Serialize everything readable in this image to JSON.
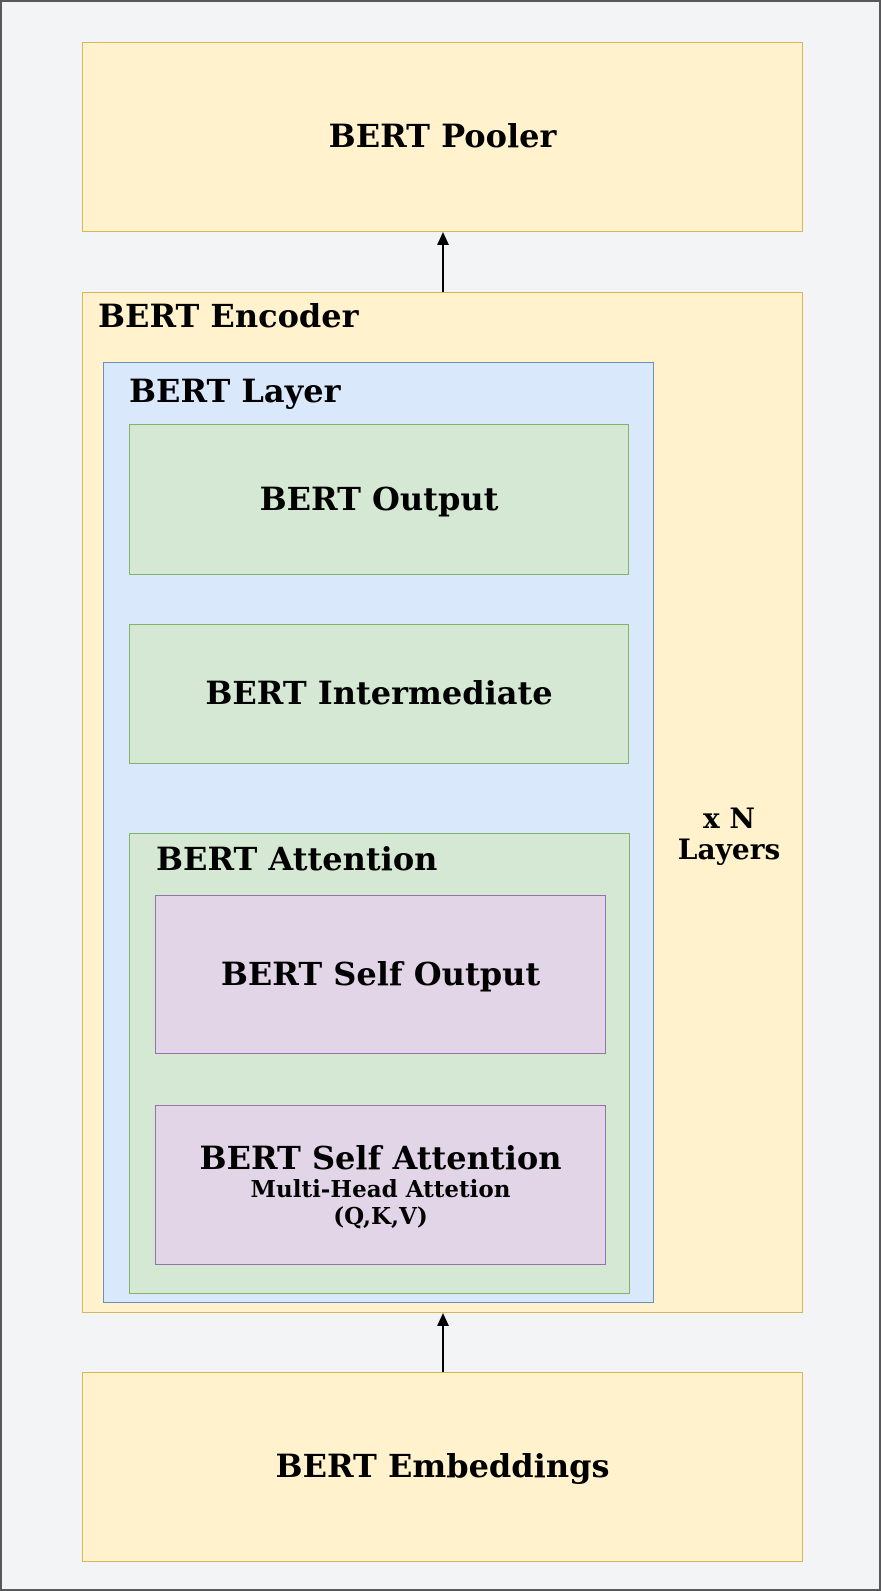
{
  "diagram": {
    "background_color": "#f3f4f6",
    "palette": {
      "yellow_fill": "#fff2cc",
      "yellow_stroke": "#d6b656",
      "blue_fill": "#dae8fc",
      "blue_stroke": "#6c8ebf",
      "green_fill": "#d5e8d4",
      "green_stroke": "#82b366",
      "purple_fill": "#e1d5e7",
      "purple_stroke": "#9673a6",
      "arrow_color": "#000000",
      "text_color": "#000000"
    },
    "nodes": {
      "pooler": {
        "label": "BERT Pooler"
      },
      "encoder": {
        "label": "BERT Encoder"
      },
      "layer": {
        "label": "BERT Layer"
      },
      "output": {
        "label": "BERT Output"
      },
      "intermediate": {
        "label": "BERT Intermediate"
      },
      "attention": {
        "label": "BERT Attention"
      },
      "self_output": {
        "label": "BERT Self Output"
      },
      "self_attention": {
        "label": "BERT Self Attention",
        "subtitle": "Multi-Head Attetion",
        "formula": "(Q,K,V)"
      },
      "embeddings": {
        "label": "BERT Embeddings"
      }
    },
    "annotations": {
      "repeat_note_line1": "x N",
      "repeat_note_line2": "Layers"
    }
  }
}
